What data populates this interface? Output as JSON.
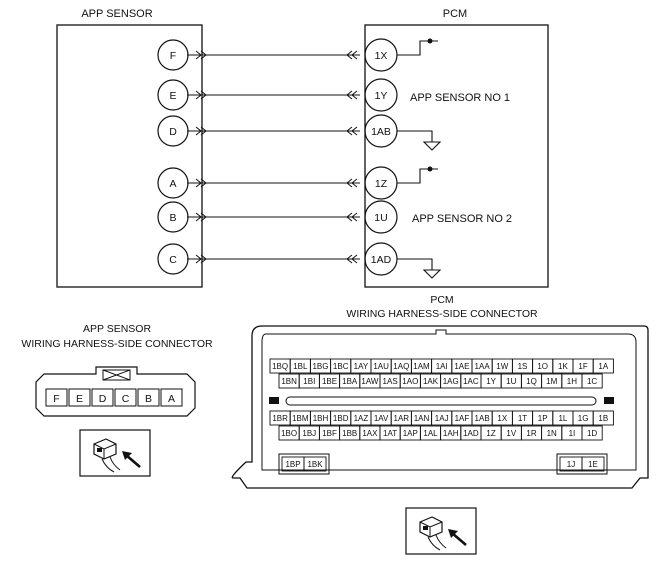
{
  "app_sensor": {
    "title": "APP SENSOR",
    "pins": [
      "F",
      "E",
      "D",
      "A",
      "B",
      "C"
    ]
  },
  "pcm": {
    "title": "PCM",
    "pins": [
      "1X",
      "1Y",
      "1AB",
      "1Z",
      "1U",
      "1AD"
    ],
    "sensor1_label": "APP SENSOR NO 1",
    "sensor2_label": "APP SENSOR NO 2"
  },
  "app_connector": {
    "title_line1": "APP SENSOR",
    "title_line2": "WIRING HARNESS-SIDE CONNECTOR",
    "pins": [
      "F",
      "E",
      "D",
      "C",
      "B",
      "A"
    ]
  },
  "pcm_connector": {
    "title_line1": "PCM",
    "title_line2": "WIRING HARNESS-SIDE CONNECTOR",
    "rows": [
      [
        "1BQ",
        "1BL",
        "1BG",
        "1BC",
        "1AY",
        "1AU",
        "1AQ",
        "1AM",
        "1AI",
        "1AE",
        "1AA",
        "1W",
        "1S",
        "1O",
        "1K",
        "1F",
        "1A"
      ],
      [
        "1BN",
        "1BI",
        "1BE",
        "1BA",
        "1AW",
        "1AS",
        "1AO",
        "1AK",
        "1AG",
        "1AC",
        "1Y",
        "1U",
        "1Q",
        "1M",
        "1H",
        "1C"
      ],
      [
        "1BR",
        "1BM",
        "1BH",
        "1BD",
        "1AZ",
        "1AV",
        "1AR",
        "1AN",
        "1AJ",
        "1AF",
        "1AB",
        "1X",
        "1T",
        "1P",
        "1L",
        "1G",
        "1B"
      ],
      [
        "1BO",
        "1BJ",
        "1BF",
        "1BB",
        "1AX",
        "1AT",
        "1AP",
        "1AL",
        "1AH",
        "1AD",
        "1Z",
        "1V",
        "1R",
        "1N",
        "1I",
        "1D"
      ]
    ],
    "left_box": [
      "1BP",
      "1BK"
    ],
    "right_box": [
      "1J",
      "1E"
    ]
  }
}
